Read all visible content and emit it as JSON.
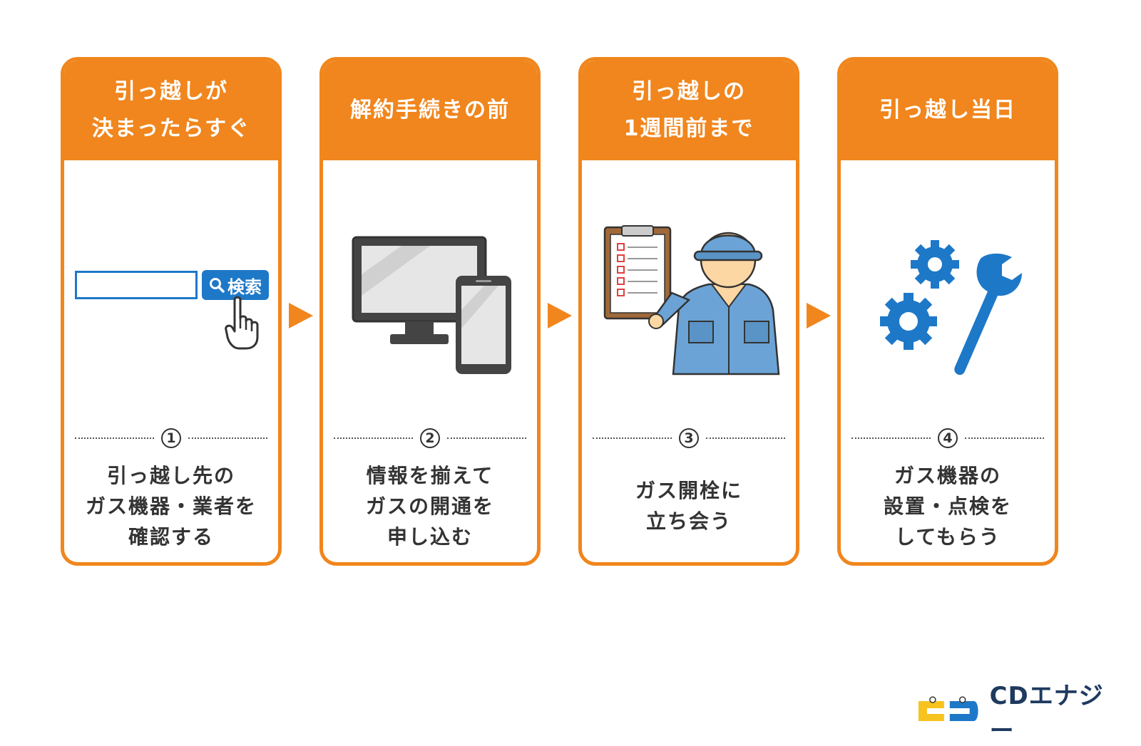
{
  "steps": [
    {
      "header": [
        "引っ越しが",
        "決まったらすぐ"
      ],
      "number": "1",
      "desc": [
        "引っ越し先の",
        "ガス機器・業者を",
        "確認する"
      ],
      "search_button_label": "検索"
    },
    {
      "header": [
        "解約手続きの前"
      ],
      "number": "2",
      "desc": [
        "情報を揃えて",
        "ガスの開通を",
        "申し込む"
      ]
    },
    {
      "header": [
        "引っ越しの",
        "1週間前まで"
      ],
      "number": "3",
      "desc": [
        "ガス開栓に",
        "立ち会う"
      ]
    },
    {
      "header": [
        "引っ越し当日"
      ],
      "number": "4",
      "desc": [
        "ガス機器の",
        "設置・点検を",
        "してもらう"
      ]
    }
  ],
  "logo": {
    "text": "CDエナジー"
  },
  "colors": {
    "accent": "#F0861D",
    "blue": "#1E78C8",
    "text": "#333333"
  }
}
